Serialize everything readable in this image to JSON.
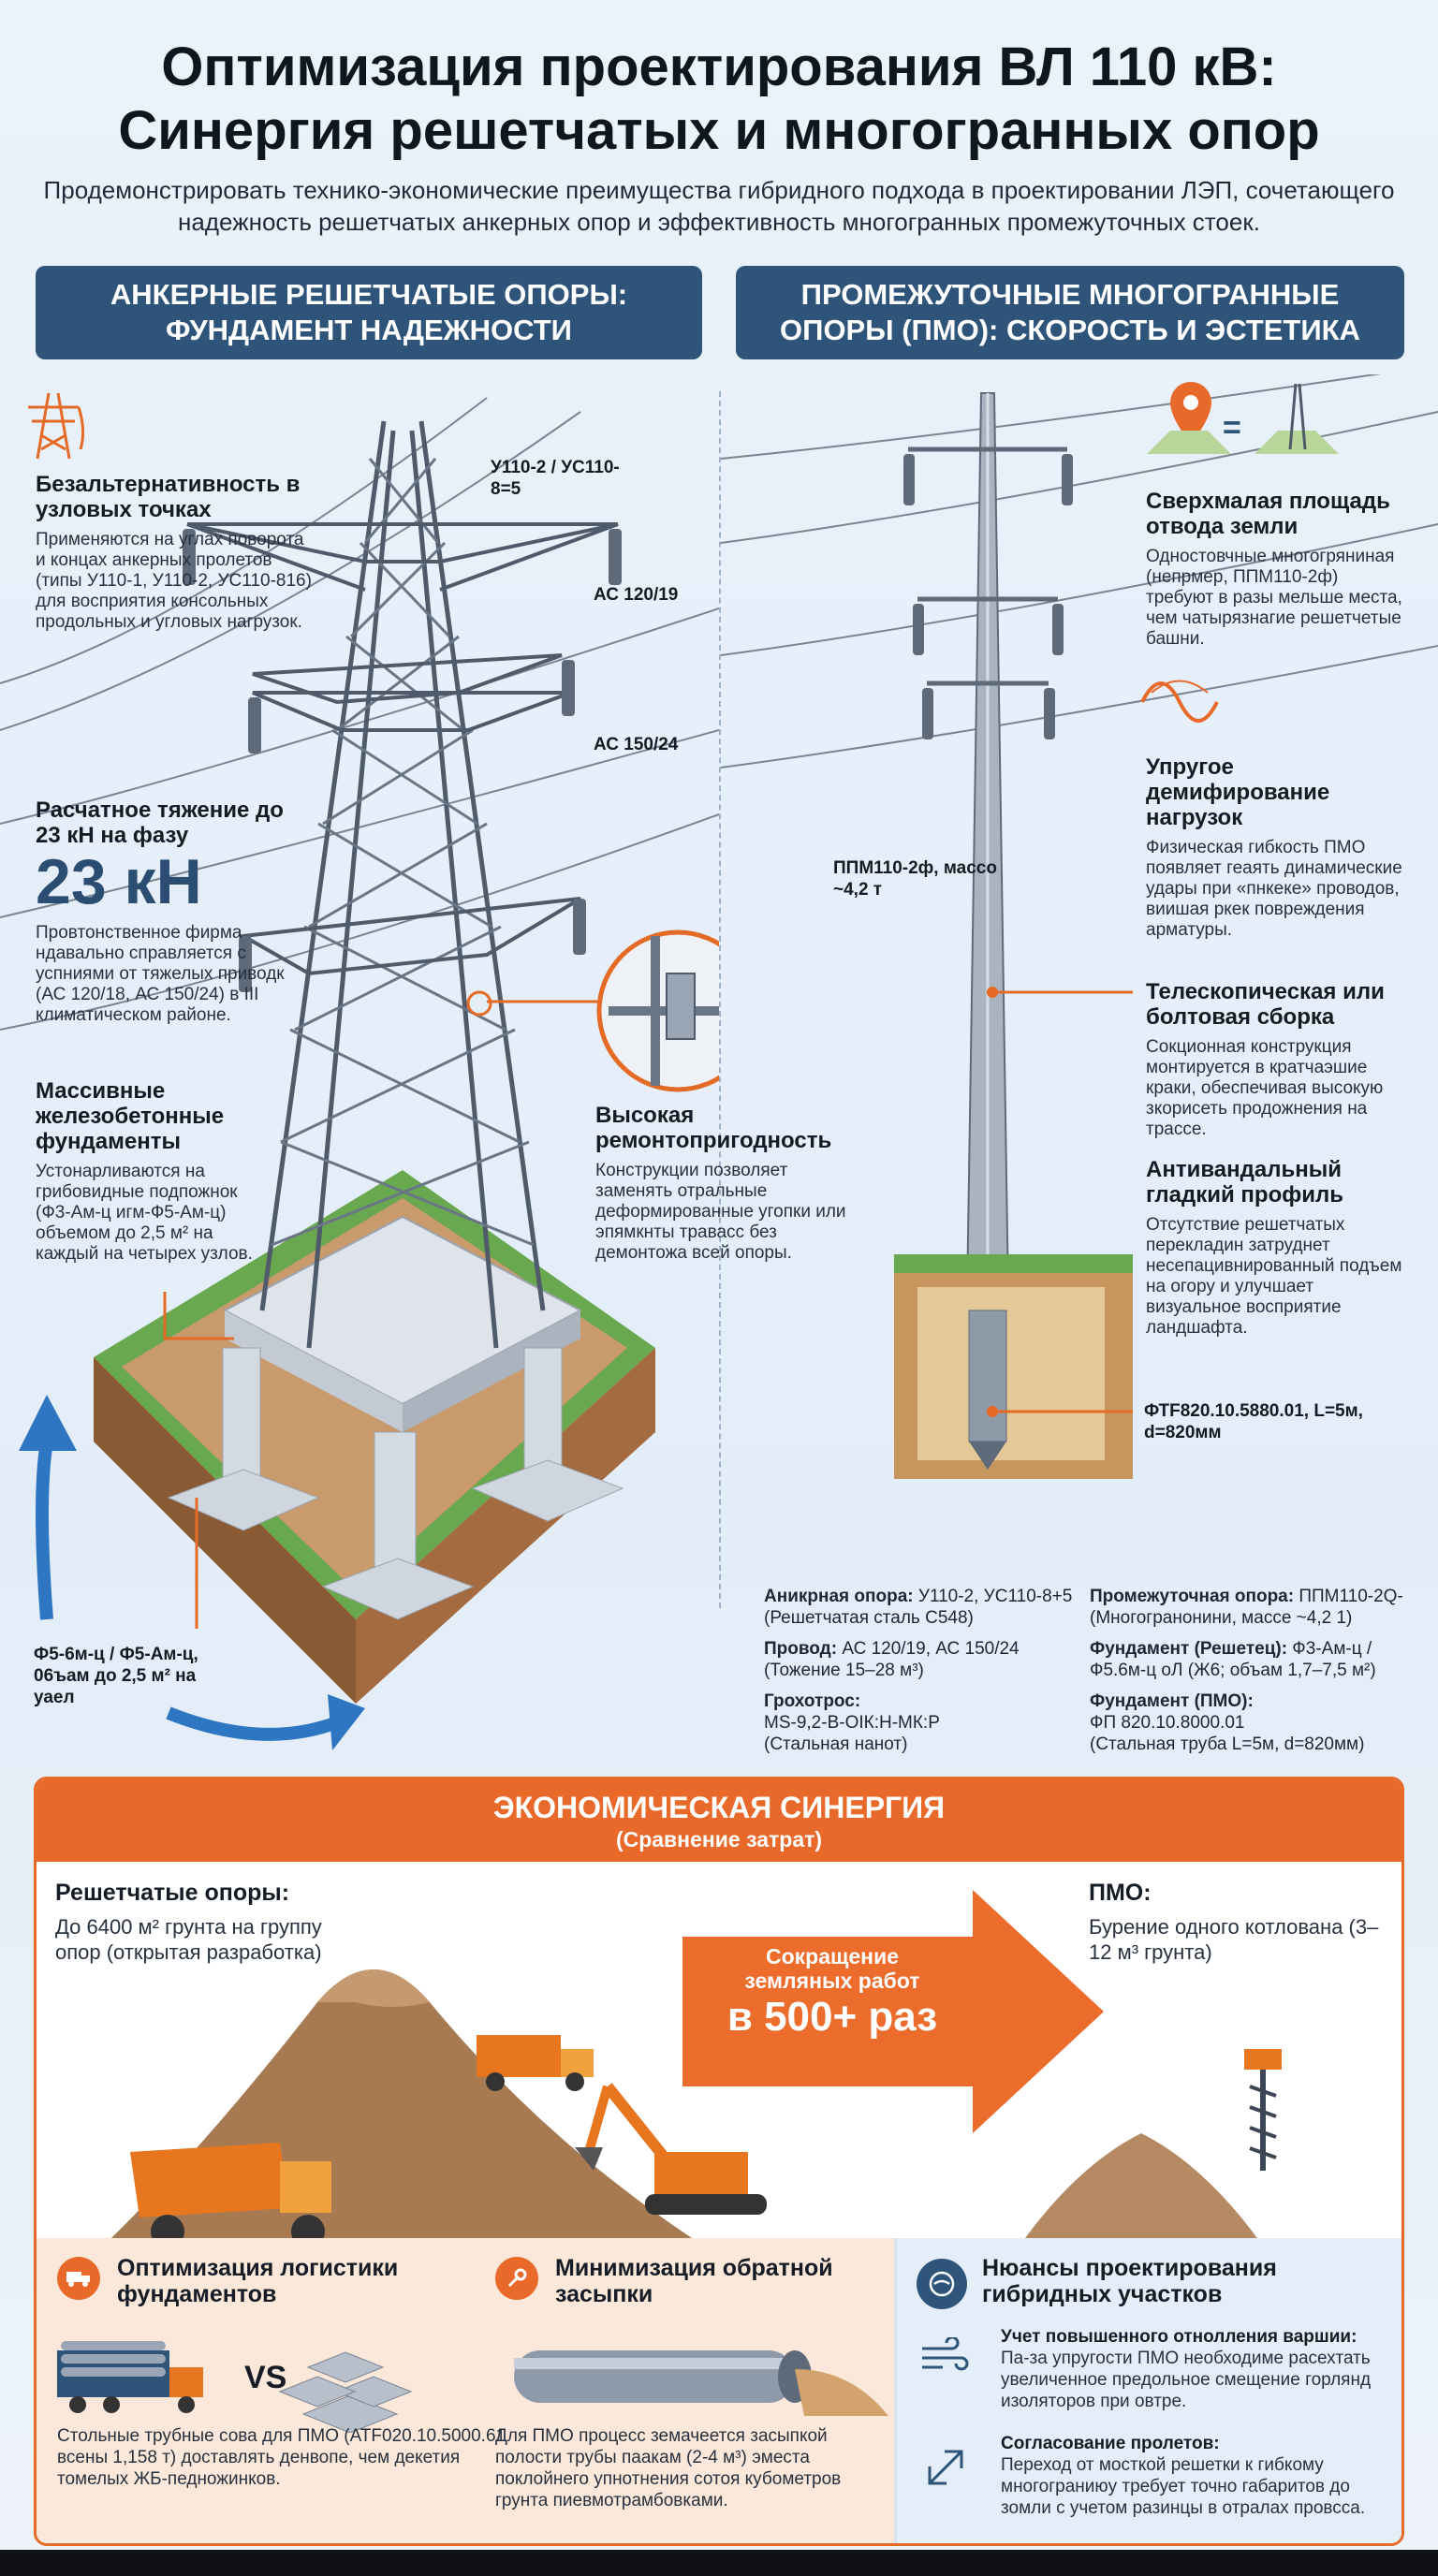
{
  "title_line1": "Оптимизация проектирования ВЛ 110 кВ:",
  "title_line2": "Синергия решетчатых и многогранных опор",
  "subtitle": "Продемонстрировать технико-экономические преимущества гибридного подхода в проектировании ЛЭП, сочетающего надежность решетчатых анкерных опор и эффективность многогранных промежуточных стоек.",
  "left_banner": "Анкерные решетчатые опоры: фундамент надежности",
  "right_banner": "Промежуточные многогранные опоры (ПМО): скорость и эстетика",
  "left": {
    "f1_title": "Безальтернативность в узловых точках",
    "f1_text": "Применяются на углах поворота и концах анкерных пролетов (типы У110-1, У110-2, УС110-816) для восприятия консольных продольных и угловых нагрузок.",
    "f2_title": "Расчатное тяжение до 23 кН на фазу",
    "f2_big": "23 кН",
    "f2_text": "Провтонственное фирма ндавально справляется с успниями от тяжелых приводк (АС 120/18, АС 150/24) в III климатическом районе.",
    "f3_title": "Массивные железобетонные фундаменты",
    "f3_text": "Устонарливаются на грибовидные подпожнок (Ф3-Ам-ц игм-Ф5-Ам-ц) объемом до 2,5 м² на каждый на четырех узлов.",
    "tower_label": "У110-2 / УС110-8=5",
    "wire1": "АС 120/19",
    "wire2": "АС 150/24",
    "repair_title": "Высокая ремонтопригодность",
    "repair_text": "Конструкции позволяет заменять отральные деформированные угопки или эпямкнты травасс без демонтожа всей опоры.",
    "foundation_label": "Ф5-6м-ц / Ф5-Ам-ц, 06ъам до 2,5 м² на уаел"
  },
  "right": {
    "pole_label": "ППМ110-2ф, массо ~4,2 т",
    "r1_title": "Сверхмалая площадь отвода земли",
    "r1_text": "Одностовчные многогряниная (непрмер, ППМ110-2ф) требуют в разы мельше места, чем чатырязнагие решетчетые башни.",
    "r2_title": "Упругое демифирование нагрузок",
    "r2_text": "Физическая гибкость ПМО появляет геаять динамические удары при «пнкеке» проводов, виишая ркек повреждения арматуры.",
    "r3_title": "Телескопическая или болтовая сборка",
    "r3_text": "Сокционная конструкция монтируется в кратчаэшие краки, обеспечивая высокую зкорисеть продожнения на трассе.",
    "r4_title": "Антивандальный гладкий профиль",
    "r4_text": "Отсутствие решетчатых перекладин затруднет несепацивнированный подъем на огору и улучшает визуальное восприятие ландшафта.",
    "pile_label": "ФТF820.10.5880.01, L=5м, d=820мм"
  },
  "specs": {
    "l1_b": "Аникрная опора:",
    "l1_t": " У110-2, УС110-8+5",
    "l1_s": "(Решетчатая сталь С548)",
    "l2_b": "Провод:",
    "l2_t": " АС 120/19, АС 150/24",
    "l2_s": "(Тожение 15–28 м³)",
    "l3_b": "Грохотрос:",
    "l3_t": "МS-9,2-В-ОIК:Н-МК:Р",
    "l3_s": "(Стальная нанот)",
    "r1_b": "Промежуточная опора:",
    "r1_t": " ППМ110-2Q-",
    "r1_s": "(Многогранонини, массе ~4,2 1)",
    "r2_b": "Фундамент (Решетец):",
    "r2_t": " Ф3-Ам-ц /",
    "r2_s": "Ф5.6м-ц оЛ (Ж6; объам 1,7–7,5 м²)",
    "r3_b": "Фундамент (ПМО):",
    "r3_t": "ФП 820.10.8000.01",
    "r3_s": "(Стальная труба L=5м, d=820мм)"
  },
  "econ": {
    "title": "Экономическая синергия",
    "subtitle": "(Сравнение затрат)",
    "lattice_title": "Решетчатые опоры:",
    "lattice_text": "До 6400 м² грунта на группу опор (открытая разработка)",
    "arrow_l1": "Сокращение",
    "arrow_l2": "земляных работ",
    "arrow_big": "в 500+ раз",
    "pmo_title": "ПМО:",
    "pmo_text": "Бурение одного котлована (3–12 м³ грунта)"
  },
  "cards": {
    "c1_title": "Оптимизация логистики фундаментов",
    "c1_vs": "VS",
    "c1_text": "Стольные трубные сова для ПМО (АТF020.10.5000.61 всены 1,158 т) доставлять денвопе, чем декетия томелых ЖБ-педножинков.",
    "c2_title": "Минимизация обратной засыпки",
    "c2_text": "Для ПМО процесс земачеется засыпкой полости трубы паакам (2-4 м³) эместа поклойнего упнотнения сотоя кубометров грунта пиевмотрамбовками.",
    "c3_title": "Нюансы проектирования гибридных участков",
    "c3_h1": "Учет повышенного отнолления варшии:",
    "c3_t1": "Па-за упругости ПМО необходиме расехтать увеличенное предольное смещение горлянд изоляторов при овтре.",
    "c3_h2": "Согласование пролетов:",
    "c3_t2": "Переход от мосткой решетки к гибкому многограниюу требует точно габаритов до зомли с учетом разинцы в отралах провсса."
  },
  "colors": {
    "accent_orange": "#e8692a",
    "banner_blue": "#2f5479",
    "steel": "#8e9aaa"
  }
}
